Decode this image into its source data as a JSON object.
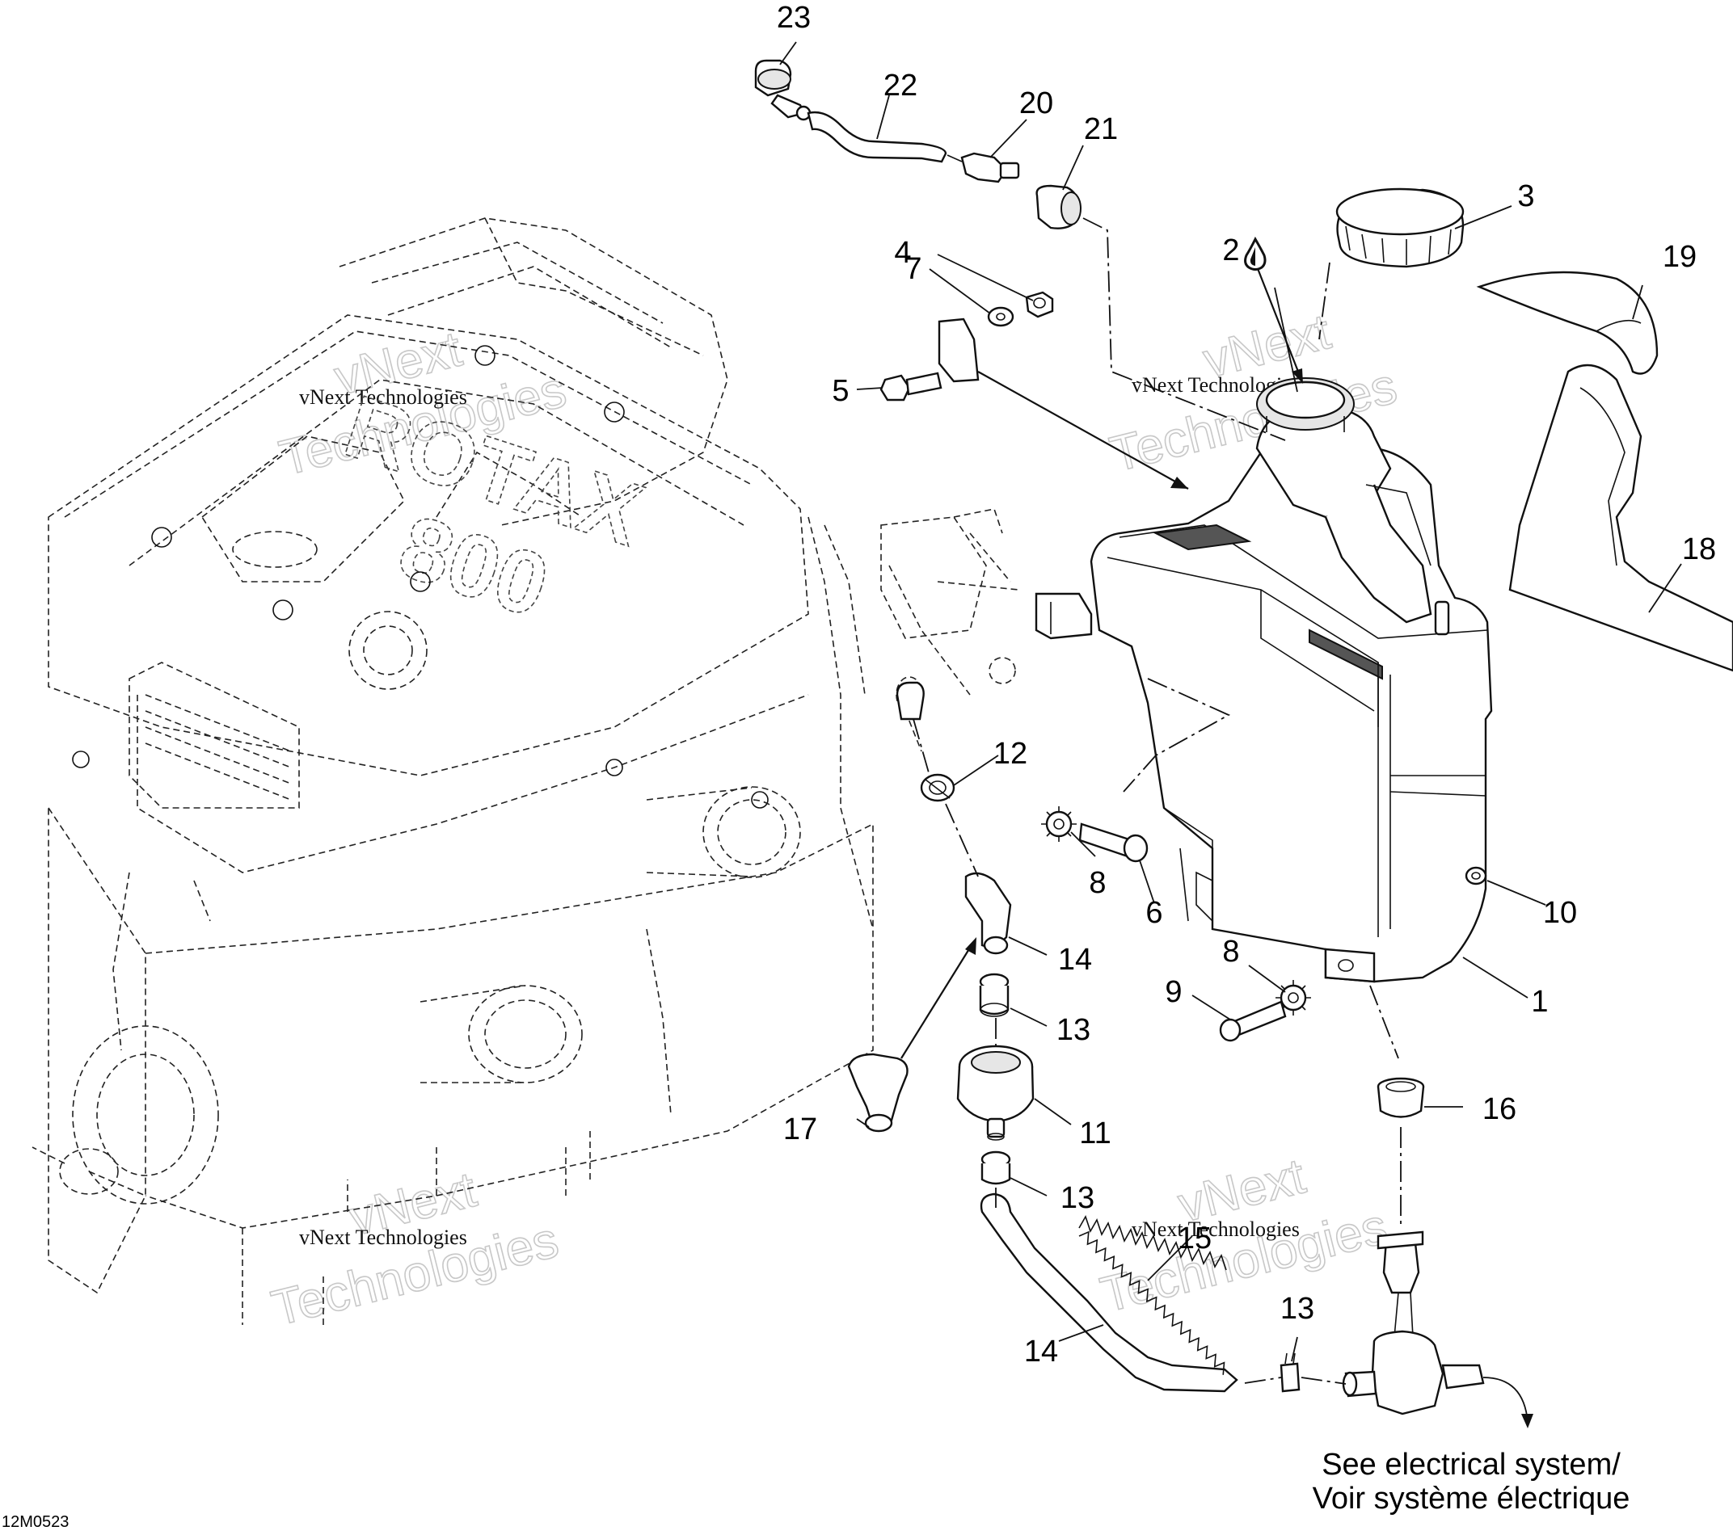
{
  "callouts": {
    "c1": "1",
    "c2": "2",
    "c3": "3",
    "c4": "4",
    "c5": "5",
    "c6": "6",
    "c7": "7",
    "c8a": "8",
    "c8b": "8",
    "c9": "9",
    "c10": "10",
    "c11": "11",
    "c12": "12",
    "c13a": "13",
    "c13b": "13",
    "c13c": "13",
    "c14a": "14",
    "c14b": "14",
    "c15": "15",
    "c16": "16",
    "c17": "17",
    "c18": "18",
    "c19": "19",
    "c20": "20",
    "c21": "21",
    "c22": "22",
    "c23": "23"
  },
  "note": {
    "line1": "See electrical system/",
    "line2": "Voir système électrique"
  },
  "drawing_code": "12M0523",
  "watermark": {
    "small": "vNext Technologies",
    "big_1": "vNext",
    "big_2": "Technologies"
  },
  "engine_lettering": {
    "brand": "ROTAX",
    "model": "800"
  },
  "icons": {
    "oil_drop": "oil-drop-icon",
    "arrow": "arrow-icon"
  }
}
